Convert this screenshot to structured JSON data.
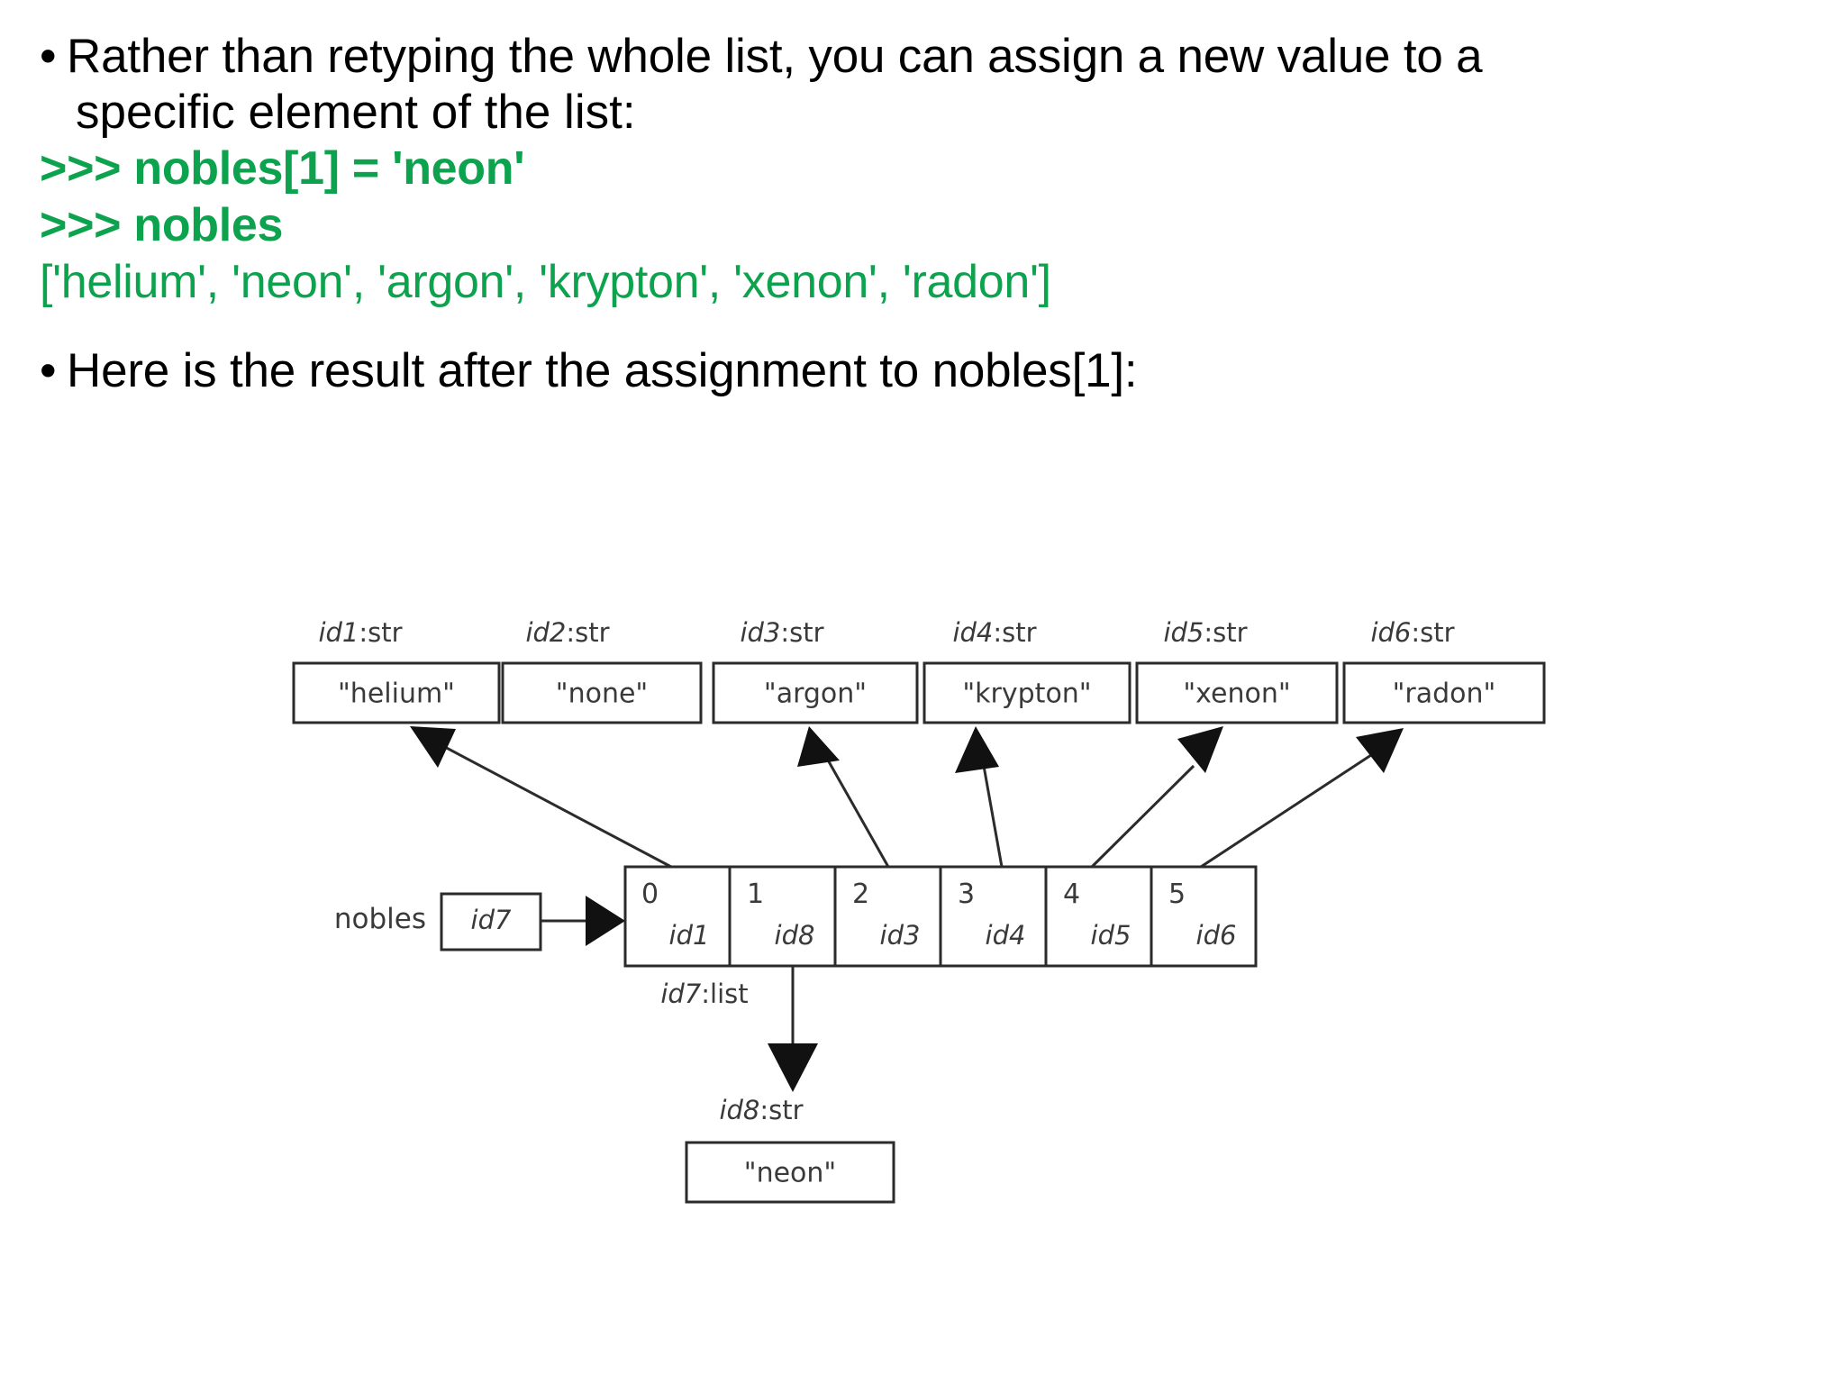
{
  "slide": {
    "bullets": [
      {
        "id": "bullet-retyping",
        "marker": "•",
        "line1": "Rather than retyping the whole list, you can assign a new value to a",
        "line2": "specific element of the list:"
      },
      {
        "id": "bullet-result",
        "marker": "•",
        "line1": "Here is the result after the assignment to nobles[1]:"
      }
    ],
    "code": {
      "prompt_line_1": ">>> nobles[1] = 'neon'",
      "prompt_line_2": ">>> nobles",
      "output_line": "['helium', 'neon', 'argon', 'krypton', 'xenon', 'radon']",
      "color": "#0DA34E"
    }
  },
  "diagram": {
    "title": "memory model after nobles[1] assignment",
    "str_objects": [
      {
        "label_id": "id1",
        "label_type": ":str",
        "value": "\"helium\""
      },
      {
        "label_id": "id2",
        "label_type": ":str",
        "value": "\"none\""
      },
      {
        "label_id": "id3",
        "label_type": ":str",
        "value": "\"argon\""
      },
      {
        "label_id": "id4",
        "label_type": ":str",
        "value": "\"krypton\""
      },
      {
        "label_id": "id5",
        "label_type": ":str",
        "value": "\"xenon\""
      },
      {
        "label_id": "id6",
        "label_type": ":str",
        "value": "\"radon\""
      }
    ],
    "variable": {
      "name": "nobles",
      "ref": "id7"
    },
    "list_object": {
      "label_id": "id7",
      "label_type": ":list",
      "cells": [
        {
          "index": "0",
          "ref": "id1"
        },
        {
          "index": "1",
          "ref": "id8"
        },
        {
          "index": "2",
          "ref": "id3"
        },
        {
          "index": "3",
          "ref": "id4"
        },
        {
          "index": "4",
          "ref": "id5"
        },
        {
          "index": "5",
          "ref": "id6"
        }
      ]
    },
    "new_str_object": {
      "label_id": "id8",
      "label_type": ":str",
      "value": "\"neon\""
    }
  }
}
